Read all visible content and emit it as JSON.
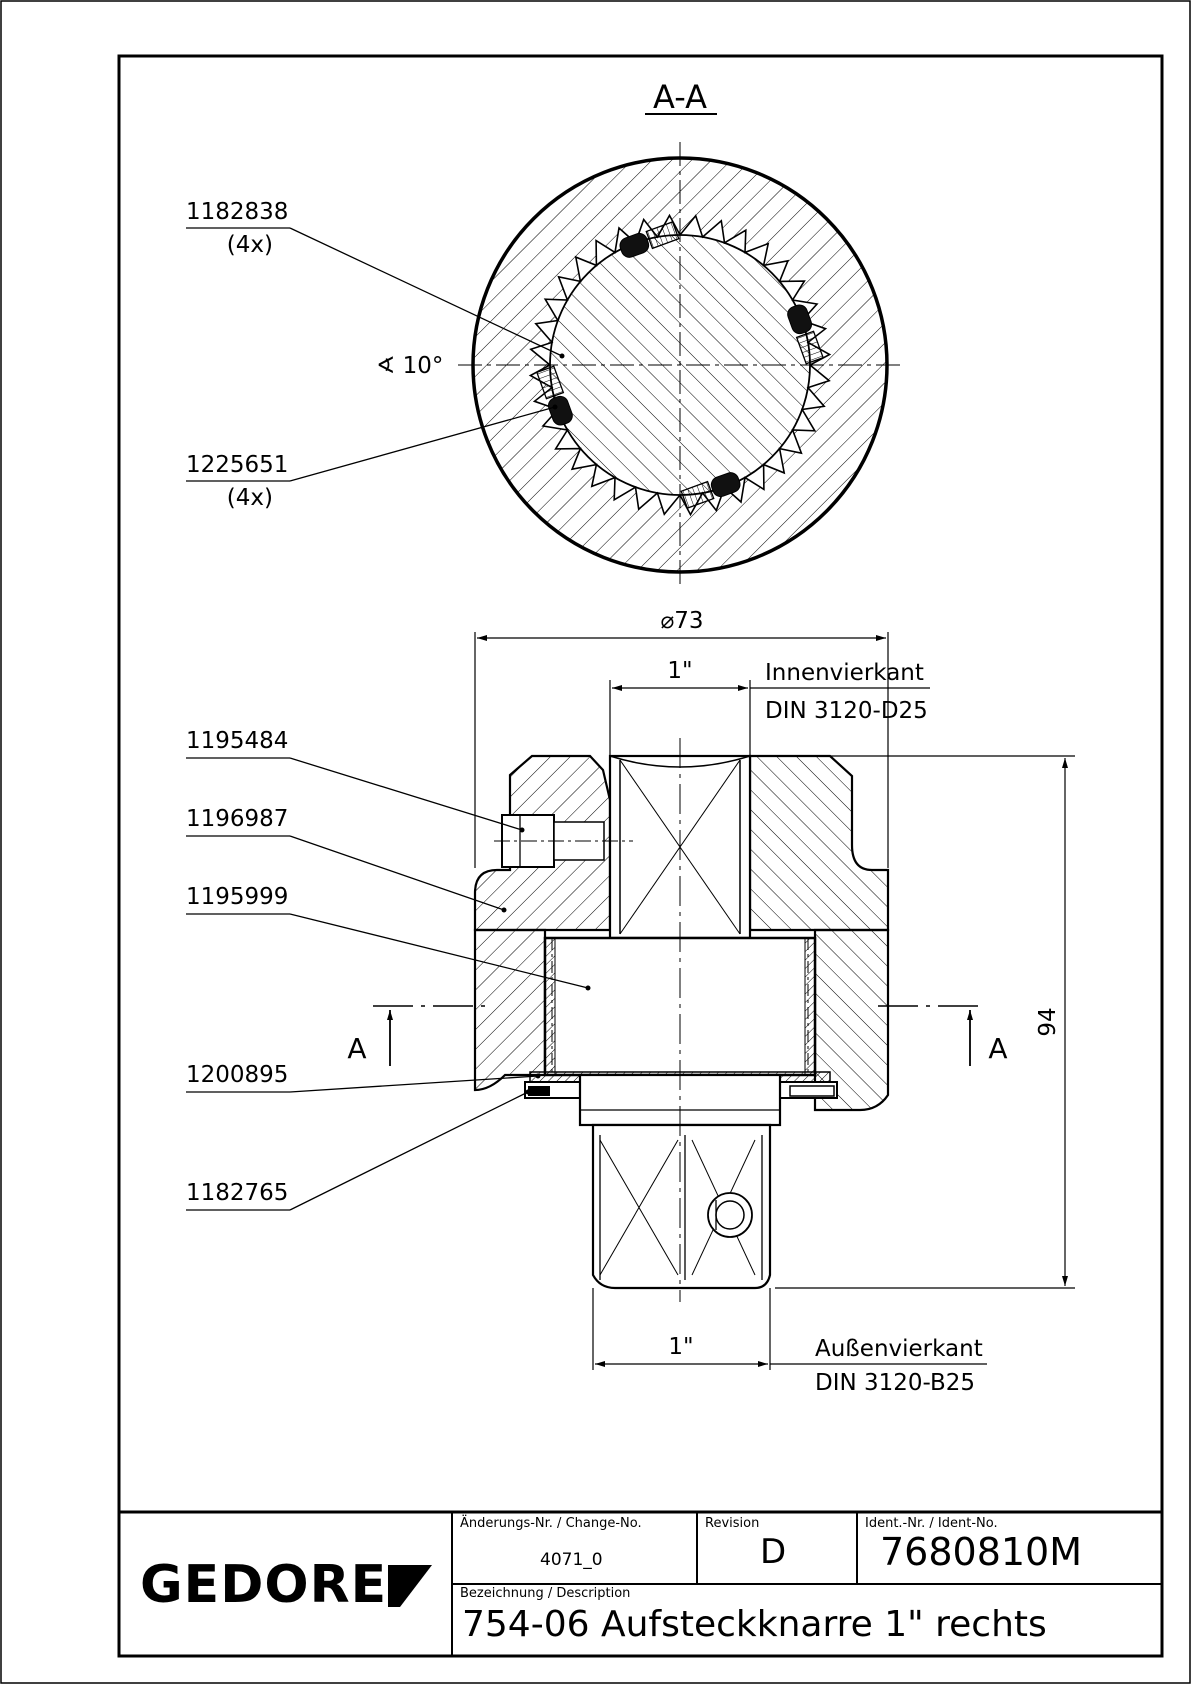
{
  "section_title": "A-A",
  "callouts": {
    "c1182838": {
      "part": "1182838",
      "qty": "(4x)"
    },
    "c1225651": {
      "part": "1225651",
      "qty": "(4x)"
    },
    "c1195484": "1195484",
    "c1196987": "1196987",
    "c1195999": "1195999",
    "c1200895": "1200895",
    "c1182765": "1182765"
  },
  "angle_label": "∢ 10°",
  "dimensions": {
    "diameter": "⌀73",
    "top_square": "1\"",
    "height": "94",
    "bottom_square": "1\""
  },
  "notes": {
    "inner_square": "Innenvierkant",
    "inner_std": "DIN 3120-D25",
    "outer_square": "Außenvierkant",
    "outer_std": "DIN 3120-B25"
  },
  "section_markers": {
    "left": "A",
    "right": "A"
  },
  "title_block": {
    "logo": "GEDORE",
    "change_label": "Änderungs-Nr. / Change-No.",
    "change_value": "4071_0",
    "revision_label": "Revision",
    "revision_value": "D",
    "ident_label": "Ident.-Nr. / Ident-No.",
    "ident_value": "7680810M",
    "description_label": "Bezeichnung / Description",
    "description_value": "754-06 Aufsteckknarre 1\" rechts"
  }
}
